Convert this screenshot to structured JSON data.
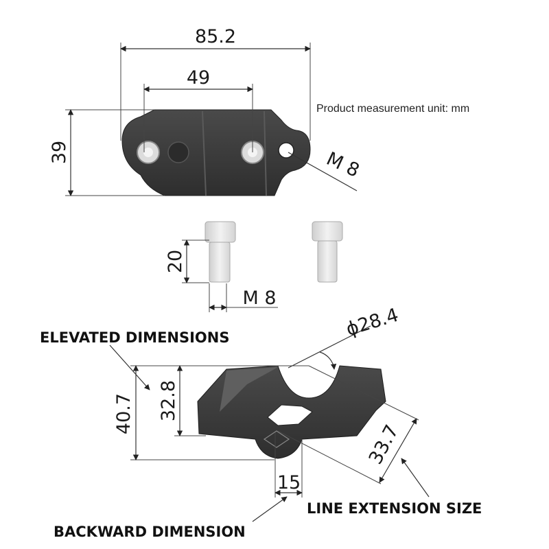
{
  "note": {
    "unit": "Product measurement unit: mm"
  },
  "dimensions": {
    "top_width": "85.2",
    "hole_spacing": "49",
    "top_height": "39",
    "top_thread": "M 8",
    "bolt_length": "20",
    "bolt_thread": "M 8",
    "clamp_diameter": "ϕ28.4",
    "total_height": "40.7",
    "elevated_height": "32.8",
    "line_extension": "33.7",
    "backward": "15"
  },
  "callouts": {
    "elevated": "ELEVATED DIMENSIONS",
    "line_extension": "LINE EXTENSION SIZE",
    "backward": "BACKWARD DIMENSION"
  },
  "colors": {
    "part_dark": "#3a3a3a",
    "part_mid": "#555555",
    "bolt": "#e6e6e6"
  }
}
